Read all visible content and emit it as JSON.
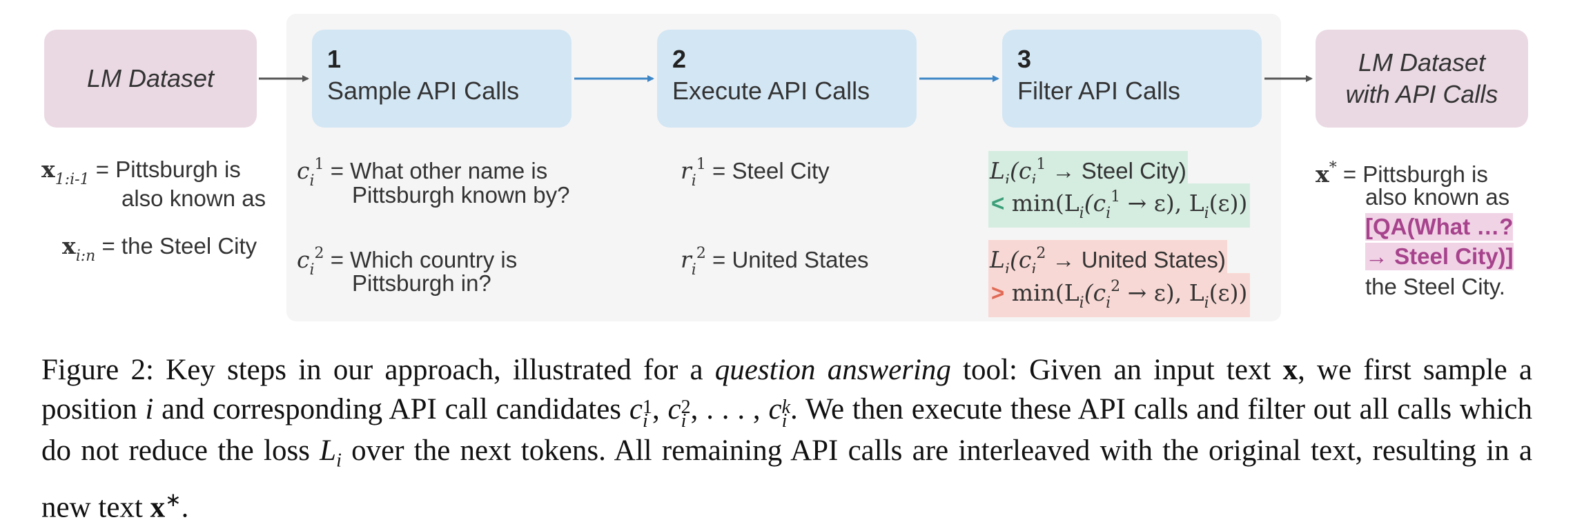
{
  "figure": {
    "boxes": {
      "lm_dataset": "LM Dataset",
      "lm_dataset_api_line1": "LM Dataset",
      "lm_dataset_api_line2": "with API Calls"
    },
    "steps": [
      {
        "number": "1",
        "label": "Sample API Calls"
      },
      {
        "number": "2",
        "label": "Execute API Calls"
      },
      {
        "number": "3",
        "label": "Filter API Calls"
      }
    ],
    "input": {
      "x_prefix_symbol": "x",
      "x_prefix_sub": "1:i-1",
      "x_prefix_line1": "= Pittsburgh is",
      "x_prefix_line2": "also known as",
      "x_suffix_symbol": "x",
      "x_suffix_sub": "i:n",
      "x_suffix_text": "= the Steel City"
    },
    "calls": [
      {
        "var": "c",
        "sub": "i",
        "sup": "1",
        "line1": "= What other name is",
        "line2": "Pittsburgh known by?"
      },
      {
        "var": "c",
        "sub": "i",
        "sup": "2",
        "line1": "= Which country is",
        "line2": "Pittsburgh in?"
      }
    ],
    "responses": [
      {
        "var": "r",
        "sub": "i",
        "sup": "1",
        "text": "= Steel City"
      },
      {
        "var": "r",
        "sub": "i",
        "sup": "2",
        "text": "= United States"
      }
    ],
    "filters": [
      {
        "loss_prefix": "L",
        "arg_prefix": "(c",
        "sup": "1",
        "arrow_text": " → Steel City)",
        "comparator": "<",
        "min_text": " min(L",
        "min_mid": "(c",
        "min_end": " → ε), L",
        "min_tail": "(ε))"
      },
      {
        "loss_prefix": "L",
        "arg_prefix": "(c",
        "sup": "2",
        "arrow_text": " → United States)",
        "comparator": ">",
        "min_text": " min(L",
        "min_mid": "(c",
        "min_end": " → ε), L",
        "min_tail": "(ε))"
      }
    ],
    "output": {
      "symbol": "x",
      "sup": "*",
      "line1": "= Pittsburgh is",
      "line2": "also known as",
      "api_line1": "[QA(What …?",
      "api_line2": "→ Steel City)]",
      "line5": "the Steel City."
    },
    "colors": {
      "pink_box": "#ead9e3",
      "blue_box": "#d3e6f4",
      "arrow_blue": "#3d86c6",
      "arrow_gray": "#555555",
      "highlight_green": "#d5ede1",
      "highlight_red": "#f8d8d4",
      "highlight_purple": "#f1d3e6"
    }
  },
  "caption": {
    "part1": "Figure 2:  Key steps in our approach, illustrated for a ",
    "emph": "question answering",
    "part2": " tool: Given an input text ",
    "x1": "x",
    "part3": ", we first sample a position ",
    "i1": "i",
    "part4": " and corresponding API call candidates ",
    "candidates": "c",
    "part5": ".  We then execute these API calls and filter out all calls which do not reduce the loss ",
    "loss": "L",
    "part6": " over the next tokens.  All remaining API calls are interleaved with the original text, resulting in a new text ",
    "x2": "x",
    "part7": "."
  }
}
